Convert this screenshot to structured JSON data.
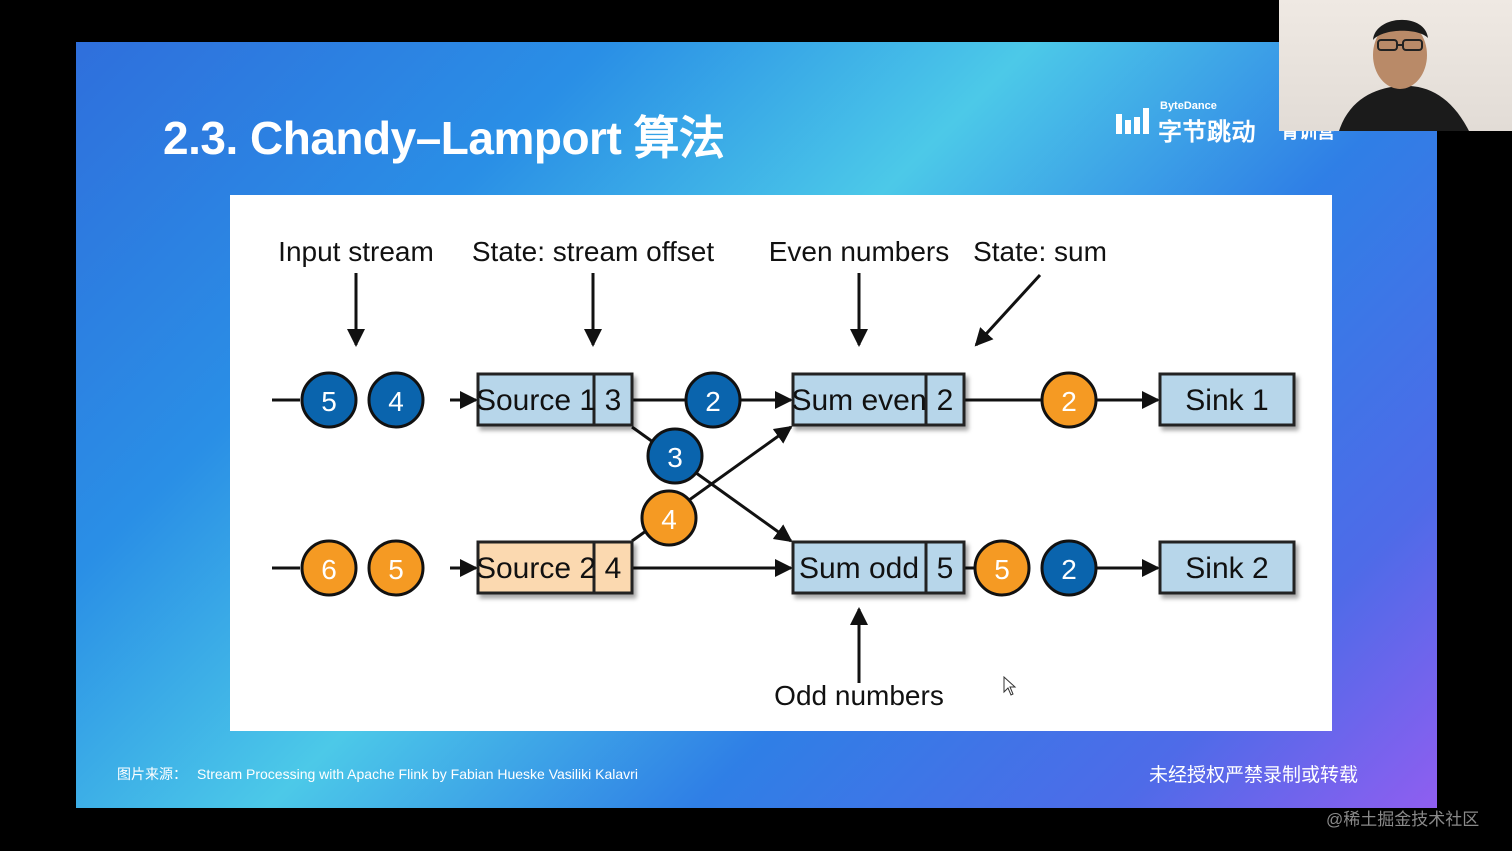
{
  "slide": {
    "title": "2.3. Chandy–Lamport 算法",
    "brand_small": "ByteDance",
    "brand_big": "字节跳动",
    "brand_secondary": "青训营",
    "footer_credit_label": "图片来源：",
    "footer_credit_text": "Stream Processing with Apache Flink by Fabian Hueske Vasiliki Kalavri",
    "footer_notice": "未经授权严禁录制或转载"
  },
  "watermark": "@稀土掘金技术社区",
  "colors": {
    "blue_token": "#0a64ad",
    "orange_token": "#f59a23",
    "node_blue": "#b7d6ea",
    "node_peach": "#fbd9b0"
  },
  "diagram": {
    "annotations": {
      "input_stream": "Input stream",
      "state_stream_offset": "State: stream offset",
      "even_numbers": "Even numbers",
      "state_sum": "State: sum",
      "odd_numbers": "Odd numbers"
    },
    "nodes": {
      "source1": {
        "label": "Source 1",
        "state": "3"
      },
      "source2": {
        "label": "Source 2",
        "state": "4"
      },
      "sum_even": {
        "label": "Sum even",
        "state": "2"
      },
      "sum_odd": {
        "label": "Sum odd",
        "state": "5"
      },
      "sink1": {
        "label": "Sink 1"
      },
      "sink2": {
        "label": "Sink 2"
      }
    },
    "tokens": {
      "input1_a": {
        "value": "5",
        "color": "blue"
      },
      "input1_b": {
        "value": "4",
        "color": "blue"
      },
      "input2_a": {
        "value": "6",
        "color": "orange"
      },
      "input2_b": {
        "value": "5",
        "color": "orange"
      },
      "src1_to_even": {
        "value": "2",
        "color": "blue"
      },
      "src1_to_odd": {
        "value": "3",
        "color": "blue"
      },
      "src2_to_even": {
        "value": "4",
        "color": "orange"
      },
      "even_to_sink": {
        "value": "2",
        "color": "orange"
      },
      "odd_to_sink_a": {
        "value": "5",
        "color": "orange"
      },
      "odd_to_sink_b": {
        "value": "2",
        "color": "blue"
      }
    }
  }
}
